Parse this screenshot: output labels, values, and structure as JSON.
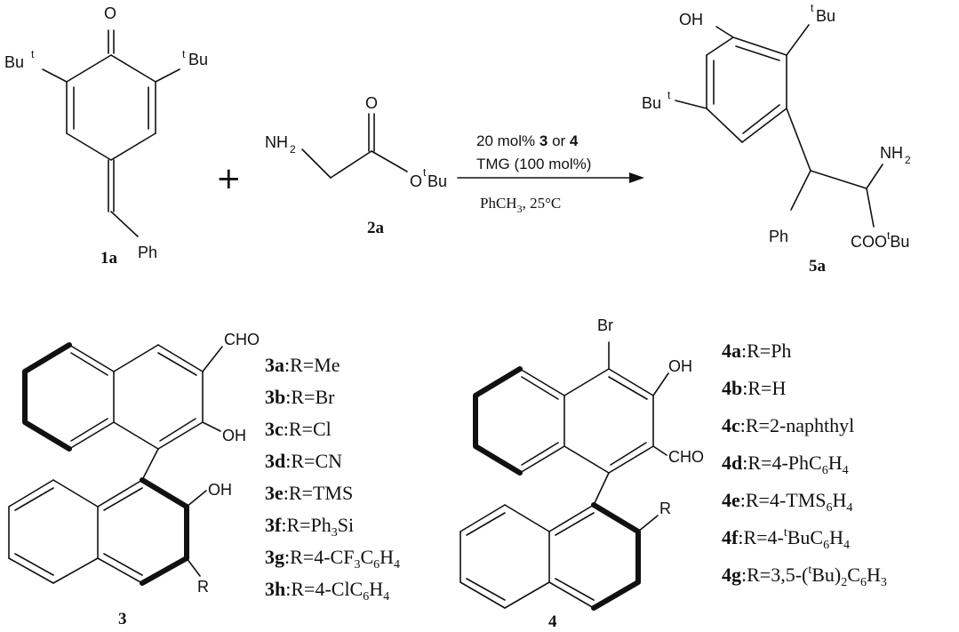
{
  "labels": {
    "ketone_O": "O",
    "but_left": "Bu",
    "but_left_sup": "t",
    "tbu_right_sup": "t",
    "tbu_right": "Bu",
    "ph_1a": "Ph",
    "plus": "+",
    "nh2_2a_base": "NH",
    "nh2_2a_sub": "2",
    "o_carbonyl_2a": "O",
    "o_ester_2a": "O",
    "tbu_2a_sup": "t",
    "tbu_2a": "Bu",
    "oh_5a": "OH",
    "tbu_5a_sup": "t",
    "tbu_5a": "Bu",
    "but_5a": "Bu",
    "but_5a_sup": "t",
    "nh2_5a_base": "NH",
    "nh2_5a_sub": "2",
    "ph_5a": "Ph",
    "coo_5a": "COO",
    "coo_5a_sup": "t",
    "coo_5a_bu": "Bu",
    "cho_3": "CHO",
    "oh_3_top": "OH",
    "oh_3_bot": "OH",
    "r_3": "R",
    "br_4": "Br",
    "oh_4": "OH",
    "cho_4": "CHO",
    "r_4": "R"
  },
  "compounds": {
    "c1a": "1a",
    "c2a": "2a",
    "c5a": "5a",
    "c3": "3",
    "c4": "4"
  },
  "conditions": {
    "line1_a": "20 mol% ",
    "line1_b": "3",
    "line1_c": " or ",
    "line1_d": "4",
    "line2": "TMG (100 mol%)",
    "line3_a": "PhCH",
    "line3_sub": "3",
    "line3_b": ", 25°C"
  },
  "list3": [
    {
      "id": "3a",
      "pre": ":R=Me",
      "sub": "",
      "post": ""
    },
    {
      "id": "3b",
      "pre": ":R=Br",
      "sub": "",
      "post": ""
    },
    {
      "id": "3c",
      "pre": ":R=Cl",
      "sub": "",
      "post": ""
    },
    {
      "id": "3d",
      "pre": ":R=CN",
      "sub": "",
      "post": ""
    },
    {
      "id": "3e",
      "pre": ":R=TMS",
      "sub": "",
      "post": ""
    },
    {
      "id": "3f",
      "pre": ":R=Ph",
      "sub": "3",
      "post": "Si"
    },
    {
      "id": "3g",
      "pre": ":R=4-CF",
      "sub": "3",
      "post": "C",
      "sub2": "6",
      "post2": "H",
      "sub3": "4"
    },
    {
      "id": "3h",
      "pre": ":R=4-ClC",
      "sub": "6",
      "post": "H",
      "sub2": "4"
    }
  ],
  "list4": [
    {
      "id": "4a",
      "text": ":R=Ph"
    },
    {
      "id": "4b",
      "text": ":R=H"
    },
    {
      "id": "4c",
      "text": ":R=2-naphthyl"
    },
    {
      "id": "4d",
      "text_a": ":R=4-PhC",
      "s1": "6",
      "text_b": "H",
      "s2": "4"
    },
    {
      "id": "4e",
      "text_a": ":R=4-TMS",
      "s1": "6",
      "text_b": "H",
      "s2": "4"
    },
    {
      "id": "4f",
      "text_a": ":R=4-",
      "sup": "t",
      "text_b": "BuC",
      "s1": "6",
      "text_c": "H",
      "s2": "4"
    },
    {
      "id": "4g",
      "text_a": ":R=3,5-(",
      "sup": "t",
      "text_b": "Bu)",
      "s1": "2",
      "text_c": "C",
      "s2": "6",
      "text_d": "H",
      "s3": "3"
    }
  ]
}
